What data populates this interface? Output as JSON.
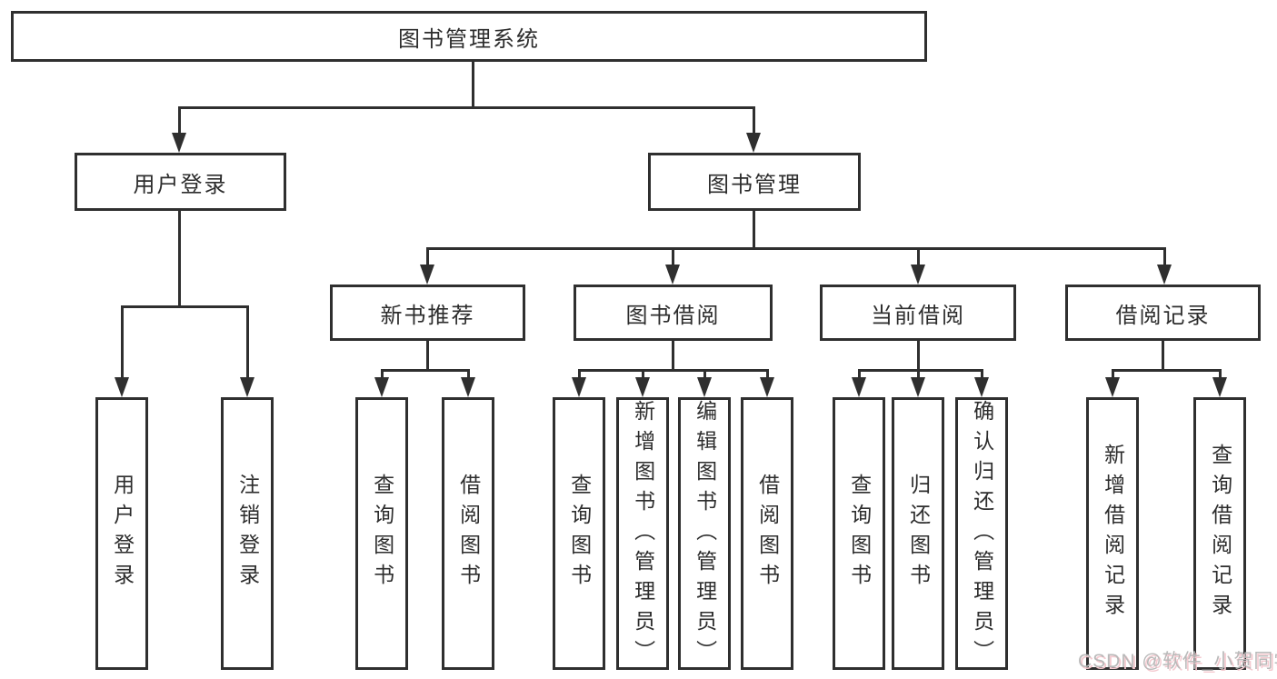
{
  "diagram_title": "图书管理系统",
  "root": {
    "label": "图书管理系统"
  },
  "level2": {
    "user_login": {
      "label": "用户登录"
    },
    "book_management": {
      "label": "图书管理"
    }
  },
  "level3": {
    "new_book_recommend": {
      "label": "新书推荐"
    },
    "book_borrow": {
      "label": "图书借阅"
    },
    "current_borrow": {
      "label": "当前借阅"
    },
    "borrow_record": {
      "label": "借阅记录"
    }
  },
  "leaves": {
    "user_login_children": [
      "用户登录",
      "注销登录"
    ],
    "new_book_children": [
      "查询图书",
      "借阅图书"
    ],
    "book_borrow_children": [
      "查询图书",
      "新增图书（管理员）",
      "编辑图书（管理员）",
      "借阅图书"
    ],
    "current_borrow_children": [
      "查询图书",
      "归还图书",
      "确认归还（管理员）"
    ],
    "borrow_record_children": [
      "新增借阅记录",
      "查询借阅记录"
    ]
  },
  "colors": {
    "line": "#2f2f2f",
    "text": "#2d2d2d",
    "watermark": "#b9b9b9"
  },
  "watermark": "CSDN @软件_小贺同学"
}
